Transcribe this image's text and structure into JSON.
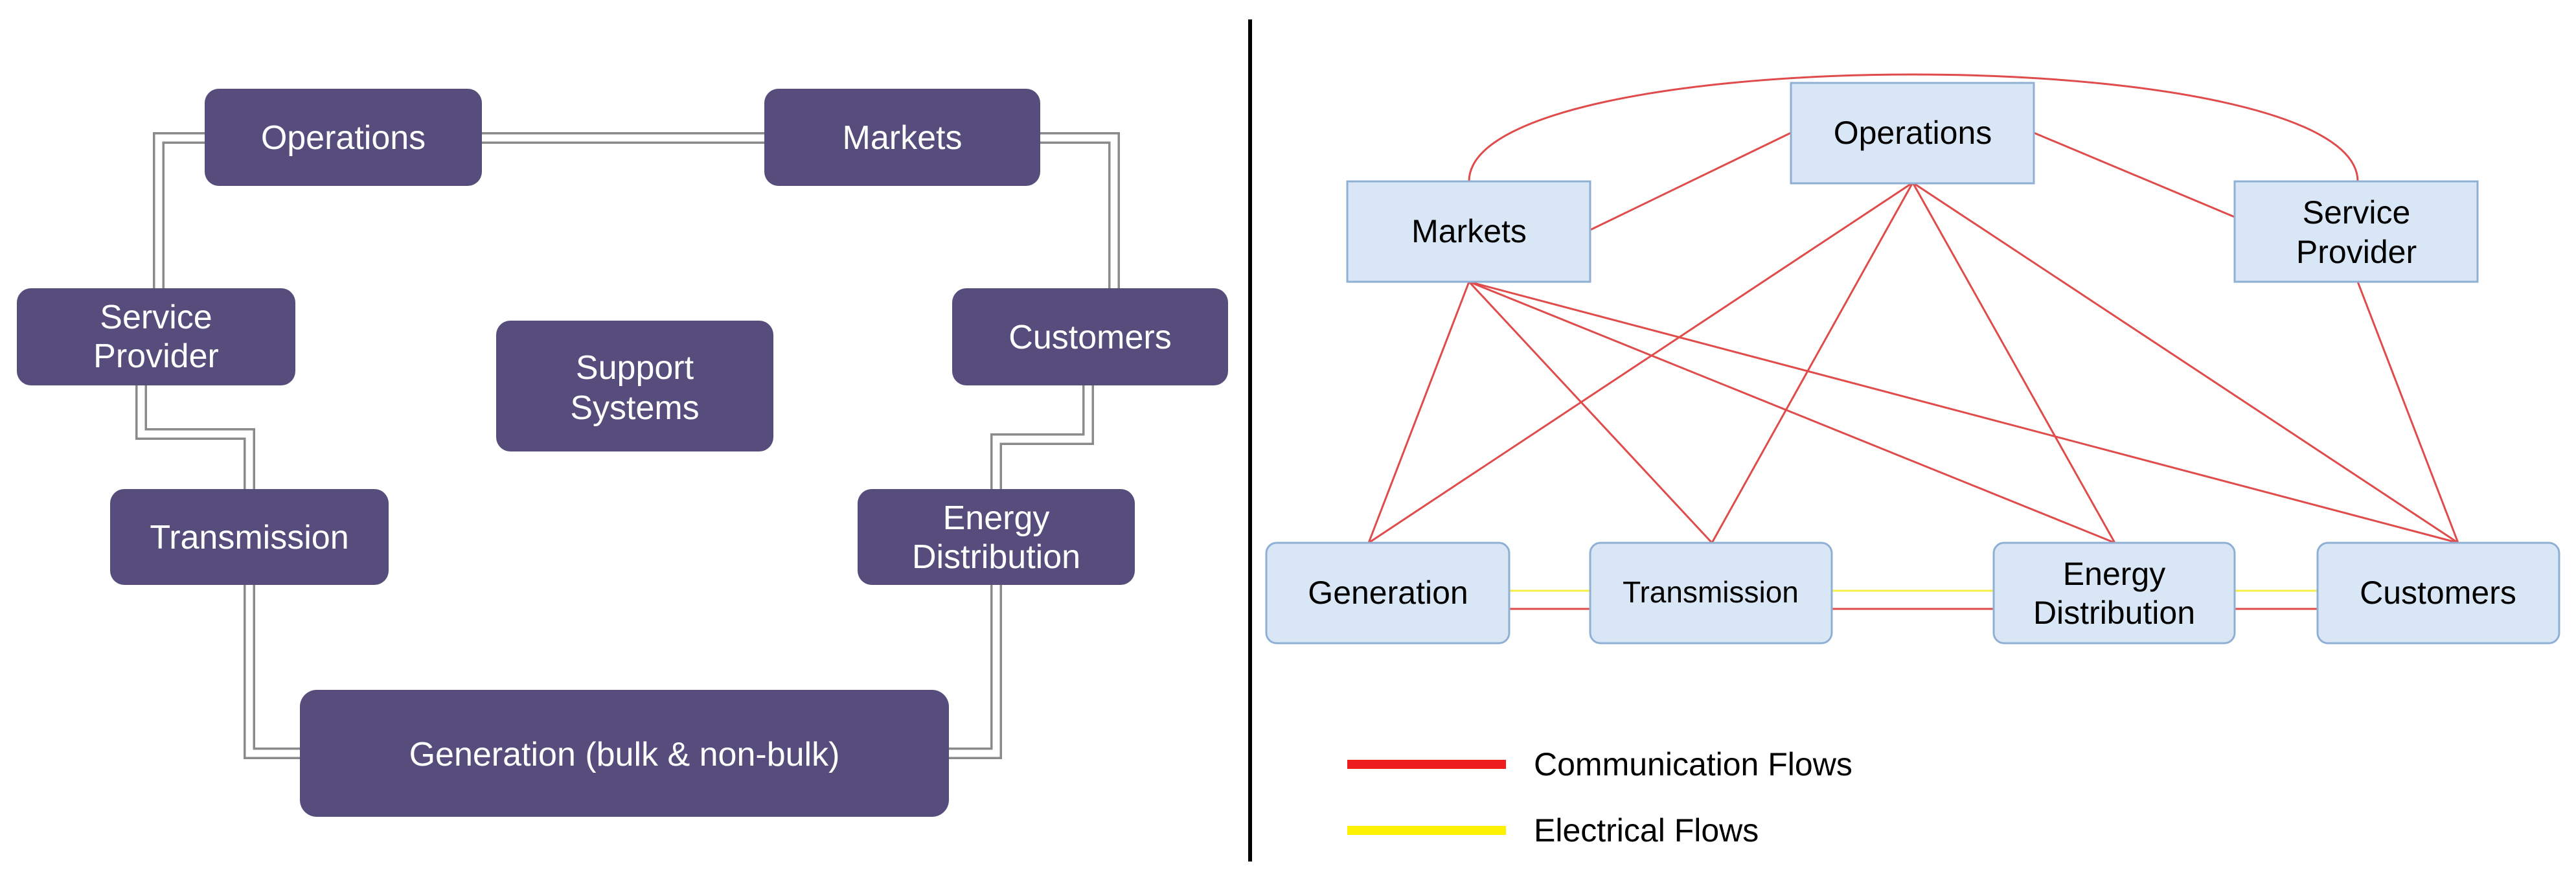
{
  "left_diagram": {
    "operations": "Operations",
    "markets": "Markets",
    "service_provider": [
      "Service",
      "Provider"
    ],
    "customers": "Customers",
    "support_systems": [
      "Support",
      "Systems"
    ],
    "transmission": "Transmission",
    "energy_distribution": [
      "Energy",
      "Distribution"
    ],
    "generation": "Generation (bulk & non-bulk)"
  },
  "right_diagram": {
    "operations": "Operations",
    "markets": "Markets",
    "service_provider": [
      "Service",
      "Provider"
    ],
    "generation": "Generation",
    "transmission": "Transmission",
    "energy_distribution": [
      "Energy",
      "Distribution"
    ],
    "customers": "Customers"
  },
  "legend": {
    "communication": "Communication Flows",
    "electrical": "Electrical Flows"
  },
  "colors": {
    "purple_box": "#574d7c",
    "blue_box": "#d9e6f6",
    "communication_line": "#e04b4b",
    "electrical_line": "#f4ee4a",
    "divider": "#000000"
  }
}
